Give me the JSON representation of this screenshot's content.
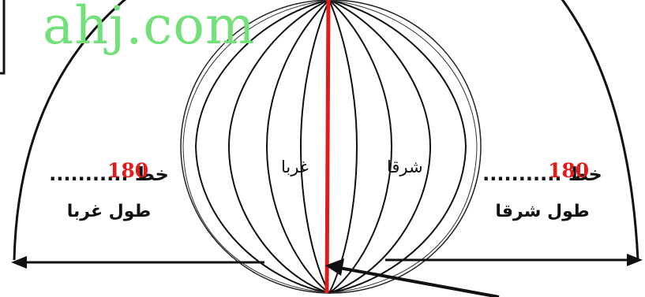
{
  "watermark": "ahj.com",
  "west_label": {
    "line_prefix": "خط",
    "dots": "...........",
    "degree": "180",
    "caption": "طول غربا"
  },
  "east_label": {
    "line_prefix": "خط",
    "dots": "...........",
    "degree": "180",
    "caption": "طول شرقا"
  },
  "globe_labels": {
    "west": "غربا",
    "east": "شرقا"
  },
  "colors": {
    "prime_meridian": "#e01b1b",
    "degree_text": "#e01b1b",
    "watermark": "#74e07a",
    "lines": "#111111"
  }
}
